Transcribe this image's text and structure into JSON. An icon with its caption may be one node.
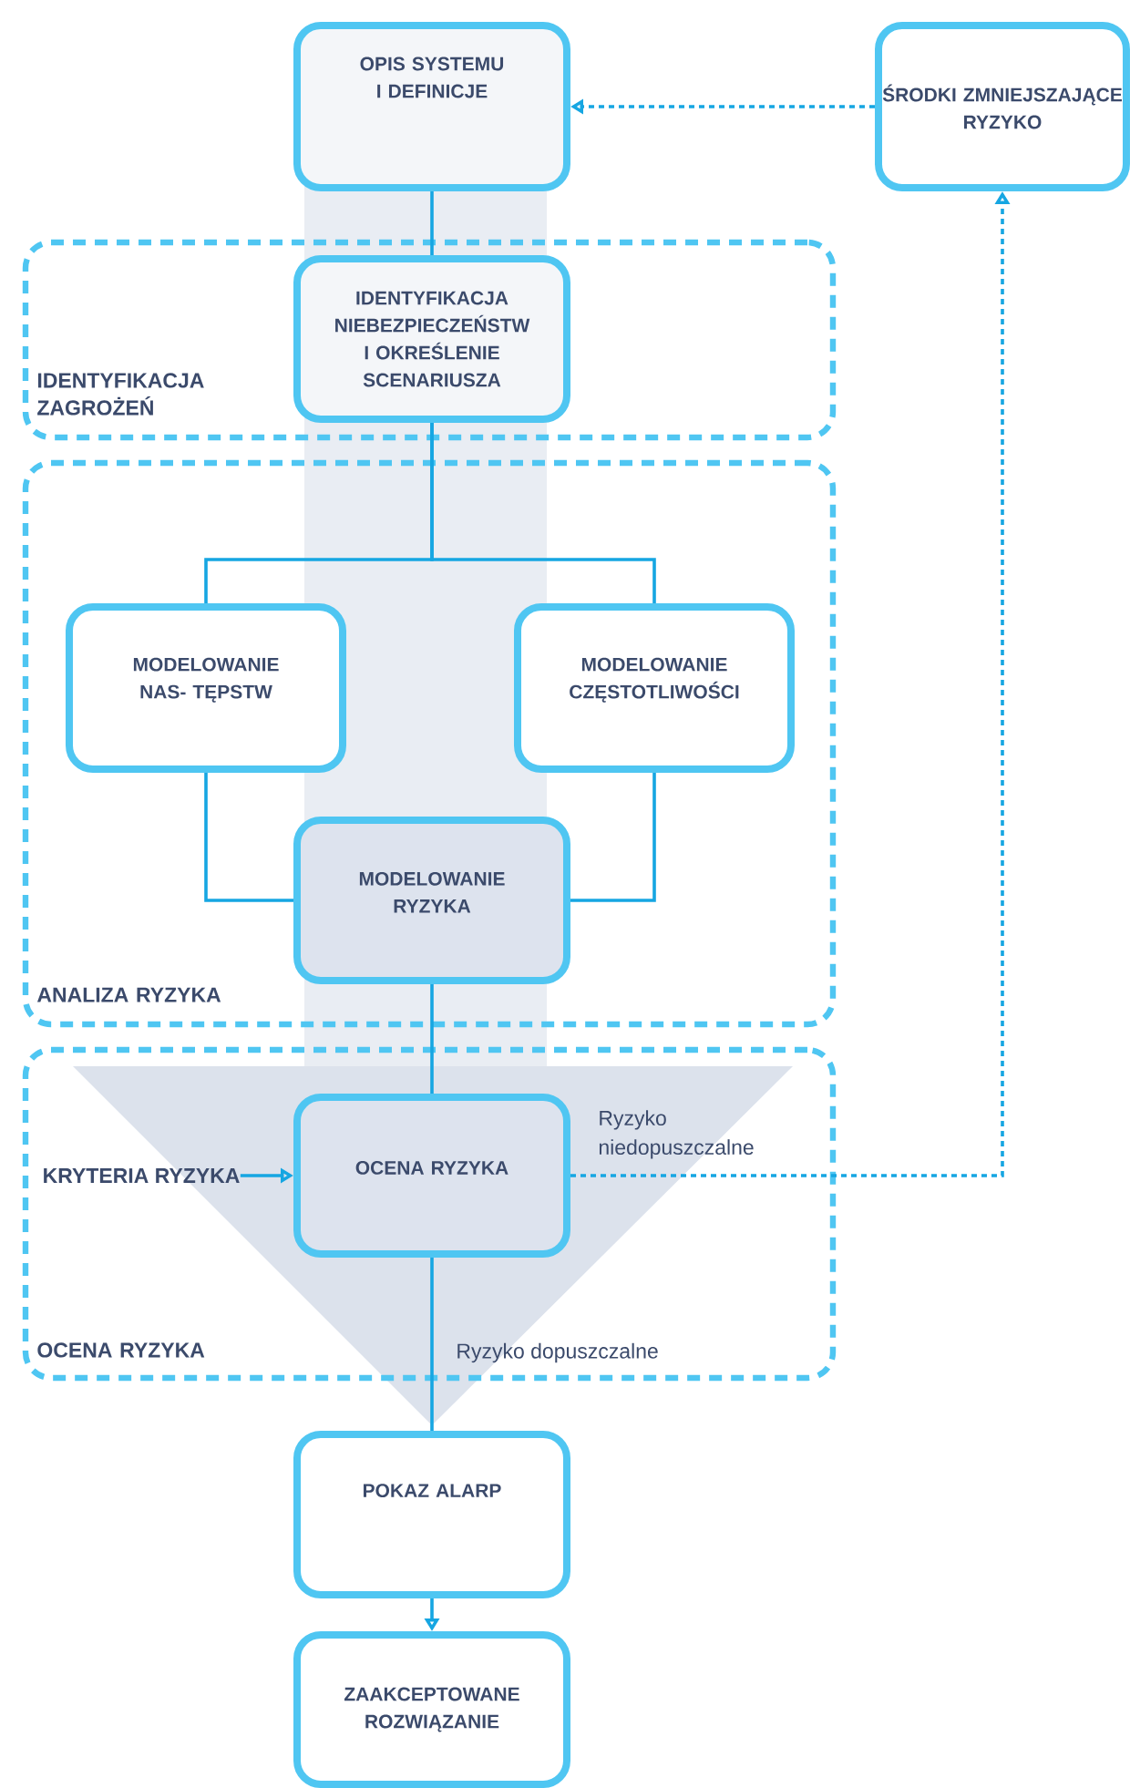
{
  "diagram": {
    "nodes": [
      {
        "text": [
          "OPIS SYSTEMU I DEFINICJE"
        ]
      },
      {
        "text": [
          "ŚRODKI ZMNIEJSZAJĄCE RYZYKO"
        ]
      },
      {
        "text": [
          "IDENTYFIKACJA ZAGROŻEŃ"
        ]
      },
      {
        "text": [
          "IDENTYFIKACJA NIEBEZPIECZEŃSTW I OKREŚLENIE SCENARIUSZA"
        ],
        "in": 2
      },
      {
        "text": [
          "ANALIZA RYZYKA"
        ]
      },
      {
        "text": [
          "MODELOWANIE NAS- TĘPSTW"
        ],
        "in": 4
      },
      {
        "text": [
          "MODELOWANIE CZĘSTOTLIWOŚCI"
        ],
        "in": 4
      },
      {
        "text": [
          "MODELOWANIE RYZYKA"
        ],
        "in": 4
      },
      {
        "text": [
          "OCENA RYZYKA"
        ]
      },
      {
        "text": [
          "KRYTERIA RYZYKA"
        ],
        "in": 8
      },
      {
        "text": [
          "OCENA RYZYKA"
        ],
        "in": 8
      },
      {
        "text": [
          "POKAZ ALARP"
        ]
      },
      {
        "text": [
          "ZAAKCEPTOWANE ROZWIĄZANIE"
        ]
      }
    ],
    "edges": [
      {
        "from": 1,
        "to": 0,
        "arrow": "to",
        "style": "dashed"
      },
      {
        "from": 0,
        "to": 3,
        "arrow": "none"
      },
      {
        "from": 3,
        "to": 5,
        "arrow": "none"
      },
      {
        "from": 3,
        "to": 6,
        "arrow": "none"
      },
      {
        "from": 5,
        "to": 7,
        "arrow": "none"
      },
      {
        "from": 6,
        "to": 7,
        "arrow": "none"
      },
      {
        "from": 7,
        "to": 10,
        "arrow": "none"
      },
      {
        "from": 9,
        "to": 10,
        "arrow": "to"
      },
      {
        "from": 10,
        "to": 1,
        "arrow": "to",
        "style": "dashed",
        "label": "Ryzyko niedopuszczalne"
      },
      {
        "from": 10,
        "to": 11,
        "arrow": "none",
        "label": "Ryzyko dopuszczalne"
      },
      {
        "from": 11,
        "to": 12,
        "arrow": "to"
      }
    ]
  }
}
